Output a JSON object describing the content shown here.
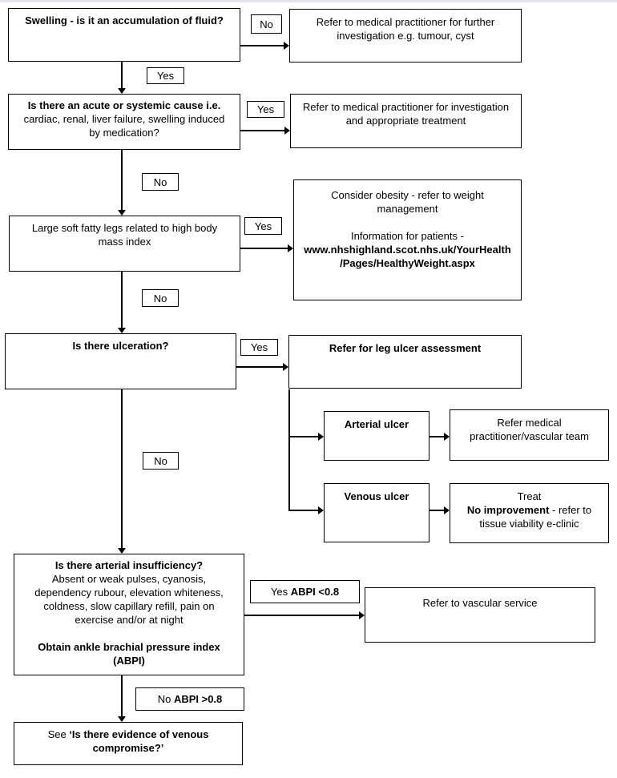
{
  "page": {
    "background": "#ffffff",
    "top_strip_color": "#e3e3ee",
    "line_color": "#000000"
  },
  "flow": {
    "q1": {
      "title": "Swelling - is it an accumulation of fluid?"
    },
    "no1": "No",
    "r1": {
      "lines": [
        "Refer to medical practitioner for further",
        "investigation e.g. tumour, cyst"
      ]
    },
    "yes1": "Yes",
    "q2": {
      "title": "Is there an acute or systemic cause i.e.",
      "lines": [
        "cardiac, renal, liver failure, swelling induced",
        "by medication?"
      ]
    },
    "yes2": "Yes",
    "r2": {
      "lines": [
        "Refer to medical practitioner for investigation",
        "and appropriate treatment"
      ]
    },
    "no2": "No",
    "q3": {
      "lines": [
        "Large soft fatty legs related to high body",
        "mass index"
      ]
    },
    "yes3": "Yes",
    "r3": {
      "lines": [
        "Consider obesity - refer to weight",
        "management"
      ],
      "info_line": "Information for patients -",
      "url_lines": [
        "www.nhshighland.scot.nhs.uk/YourHealth",
        "/Pages/HealthyWeight.aspx"
      ]
    },
    "no3": "No",
    "q4": {
      "title": "Is there ulceration?"
    },
    "yes4": "Yes",
    "r4": {
      "title": "Refer for leg ulcer assessment"
    },
    "arterial": {
      "title": "Arterial ulcer"
    },
    "arterial_ref": {
      "lines": [
        "Refer medical",
        "practitioner/vascular team"
      ]
    },
    "venous": {
      "title": "Venous ulcer"
    },
    "venous_ref": {
      "line1": "Treat",
      "bold": "No improvement",
      "rest": " - refer to",
      "line3": "tissue viability e-clinic"
    },
    "no4": "No",
    "q5": {
      "title": "Is there arterial insufficiency?",
      "lines": [
        "Absent or weak pulses, cyanosis,",
        "dependency rubour, elevation whiteness,",
        "coldness, slow capillary refill, pain on",
        "exercise and/or at night"
      ],
      "bold_lines": [
        "Obtain ankle brachial pressure index",
        "(ABPI)"
      ]
    },
    "yes5": {
      "prefix": "Yes ",
      "bold": "ABPI <0.8"
    },
    "r5": {
      "title": "Refer to vascular service"
    },
    "no5": {
      "prefix": "No ",
      "bold": "ABPI >0.8"
    },
    "q6": {
      "prefix": "See ",
      "bold_line1": "‘Is there evidence of venous",
      "bold_line2": "compromise?’"
    }
  }
}
